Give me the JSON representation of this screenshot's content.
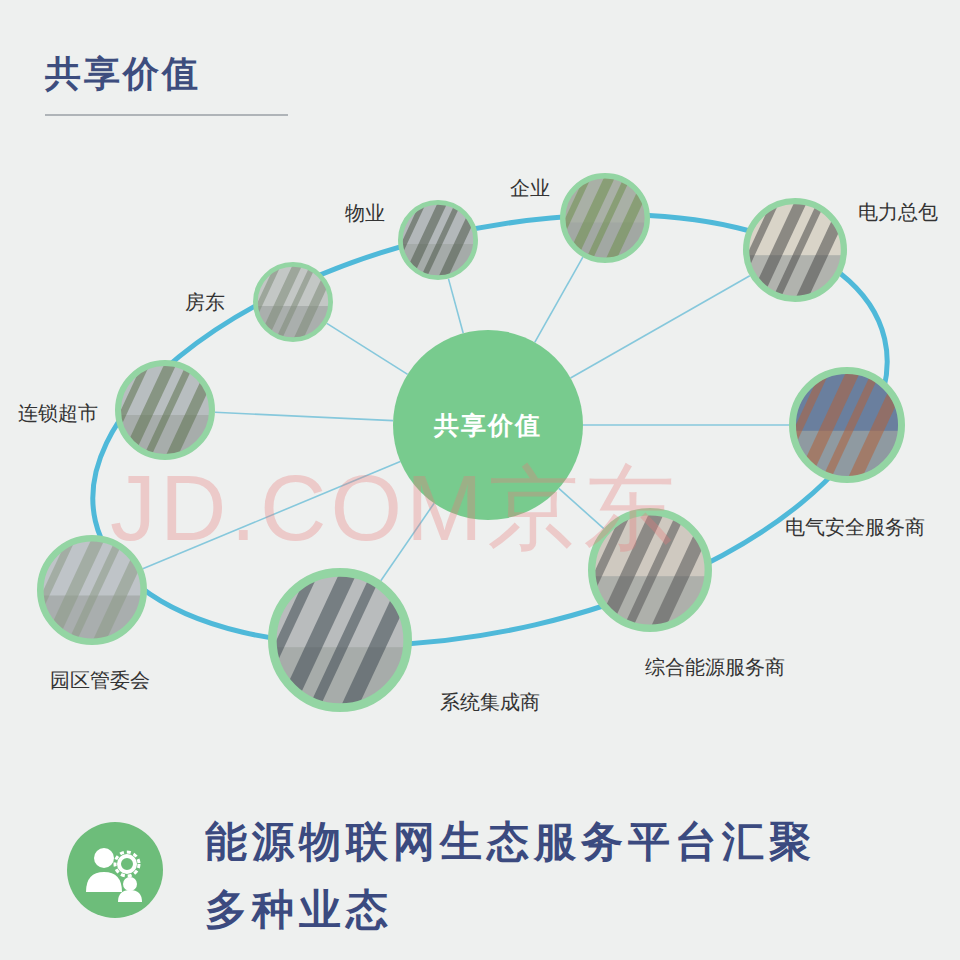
{
  "diagram": {
    "title": "共享价值",
    "caption": "能源物联网生态服务平台汇聚 多种业态",
    "nodes": [
      {
        "text": [
          "企业"
        ]
      },
      {
        "text": [
          "物业"
        ]
      },
      {
        "text": [
          "电力总包"
        ]
      },
      {
        "text": [
          "房东"
        ]
      },
      {
        "text": [
          "连锁超市"
        ]
      },
      {
        "text": [
          "共享价值"
        ]
      },
      {
        "text": [
          "电气安全服务商"
        ]
      },
      {
        "text": [
          "综合能源服务商"
        ]
      },
      {
        "text": [
          "园区管委会"
        ]
      },
      {
        "text": [
          "系统集成商"
        ]
      }
    ],
    "edges": [
      {
        "from": 5,
        "to": 0,
        "arrow": "none"
      },
      {
        "from": 5,
        "to": 1,
        "arrow": "none"
      },
      {
        "from": 5,
        "to": 2,
        "arrow": "none"
      },
      {
        "from": 5,
        "to": 3,
        "arrow": "none"
      },
      {
        "from": 5,
        "to": 4,
        "arrow": "none"
      },
      {
        "from": 5,
        "to": 6,
        "arrow": "none"
      },
      {
        "from": 5,
        "to": 7,
        "arrow": "none"
      },
      {
        "from": 5,
        "to": 8,
        "arrow": "none"
      },
      {
        "from": 5,
        "to": 9,
        "arrow": "none"
      }
    ],
    "labels": [
      "JD.COM京东"
    ]
  }
}
